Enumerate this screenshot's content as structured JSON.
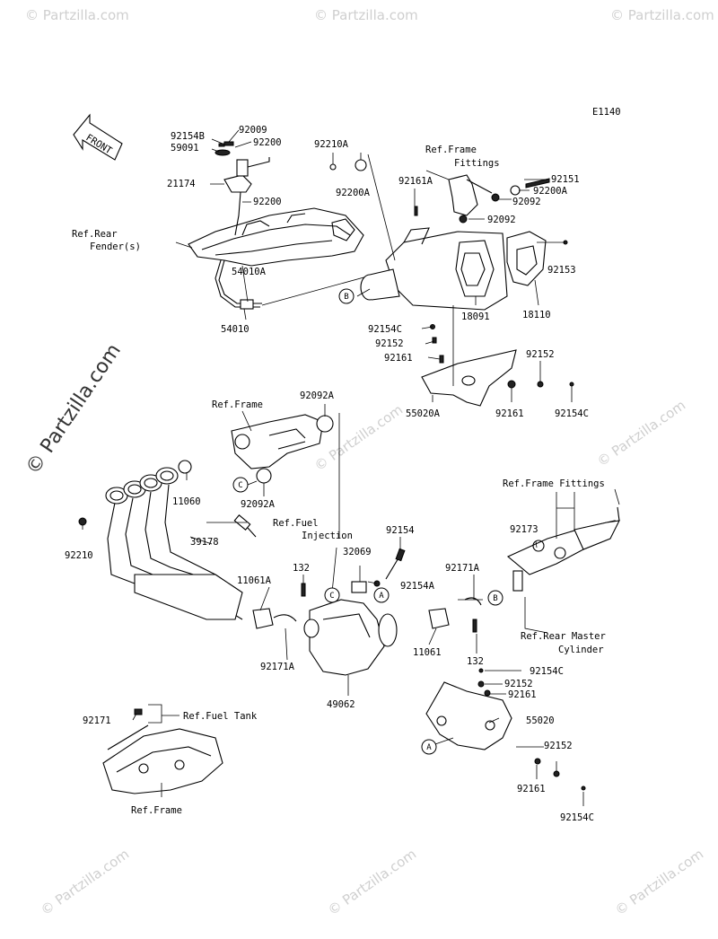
{
  "diagram_code": "E1140",
  "front_label": "FRONT",
  "watermark_text": "© Partzilla.com",
  "watermark_small": "© Partzilla.com",
  "callout_letters": [
    "A",
    "B",
    "C"
  ],
  "labels": {
    "p92154B": "92154B",
    "p92009": "92009",
    "p59091": "59091",
    "p92200a": "92200",
    "p21174": "21174",
    "p92200b": "92200",
    "refRearFender1": "Ref.Rear",
    "refRearFender2": "Fender(s)",
    "p54010A": "54010A",
    "p54010": "54010",
    "p92210A": "92210A",
    "p92200A": "92200A",
    "refFrameFittings1": "Ref.Frame",
    "refFrameFittings2": "Fittings",
    "p92161A": "92161A",
    "p92151": "92151",
    "p92200A2": "92200A",
    "p92092a": "92092",
    "p92092b": "92092",
    "p92153": "92153",
    "p18091": "18091",
    "p18110": "18110",
    "p92154C_a": "92154C",
    "p92152_a": "92152",
    "p92161_a": "92161",
    "p92152_b": "92152",
    "p55020A": "55020A",
    "p92161_b": "92161",
    "p92154C_b": "92154C",
    "refFrame": "Ref.Frame",
    "p92092A_a": "92092A",
    "p92092A_b": "92092A",
    "p11060": "11060",
    "refFuel1": "Ref.Fuel",
    "refFuel2": "Injection",
    "p92210": "92210",
    "p39178": "39178",
    "p92154": "92154",
    "p32069": "32069",
    "p92154A": "92154A",
    "p132_a": "132",
    "p11061A": "11061A",
    "p92171A_a": "92171A",
    "p92171A_b": "92171A",
    "p11061": "11061",
    "p132_b": "132",
    "p49062": "49062",
    "refFrameFittingsB": "Ref.Frame Fittings",
    "p92173": "92173",
    "refRearMaster1": "Ref.Rear Master",
    "refRearMaster2": "Cylinder",
    "p92154C_c": "92154C",
    "p92152_c": "92152",
    "p92161_c": "92161",
    "p55020": "55020",
    "p92152_d": "92152",
    "p92161_d": "92161",
    "p92154C_d": "92154C",
    "p92171": "92171",
    "refFuelTank": "Ref.Fuel Tank",
    "refFrame2": "Ref.Frame"
  }
}
